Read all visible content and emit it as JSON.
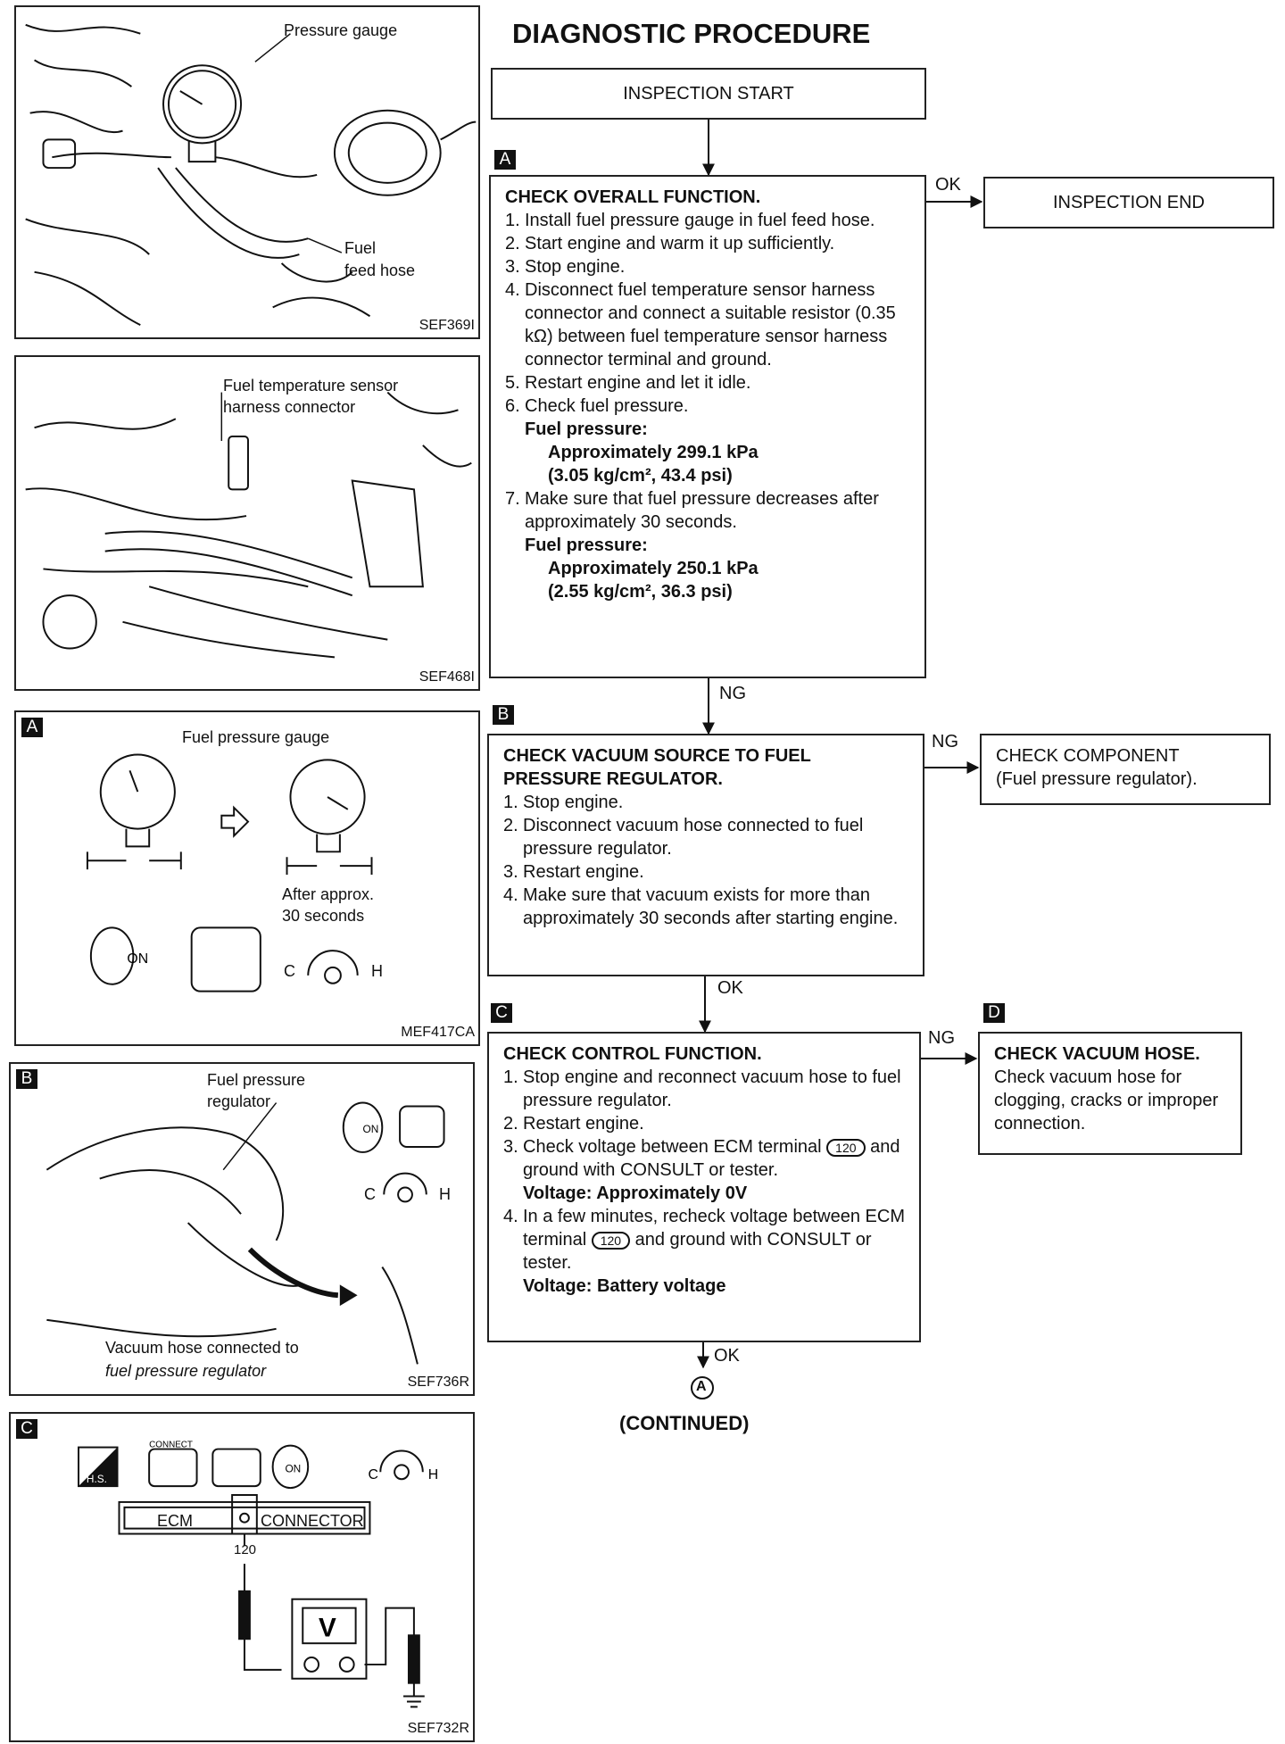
{
  "heading": "DIAGNOSTIC PROCEDURE",
  "continued": "(CONTINUED)",
  "figures": {
    "fig1": {
      "labels": [
        "Pressure gauge",
        "Fuel",
        "feed hose"
      ],
      "code": "SEF369I"
    },
    "fig2": {
      "labels": [
        "Fuel temperature sensor",
        "harness connector"
      ],
      "code": "SEF468I"
    },
    "fig3": {
      "tag": "A",
      "labels": [
        "Fuel pressure gauge",
        "After approx.",
        "30 seconds",
        "ON",
        "C",
        "H"
      ],
      "code": "MEF417CA"
    },
    "fig4": {
      "tag": "B",
      "labels": [
        "Fuel pressure",
        "regulator",
        "Vacuum hose connected to",
        "fuel pressure regulator",
        "C",
        "H",
        "ON"
      ],
      "code": "SEF736R"
    },
    "fig5": {
      "tag": "C",
      "labels": [
        "ECM",
        "CONNECTOR",
        "120",
        "V",
        "H.S.",
        "CONNECT",
        "C",
        "H",
        "ON"
      ],
      "code": "SEF732R"
    }
  },
  "flow": {
    "start": "INSPECTION START",
    "end": "INSPECTION END",
    "ok": "OK",
    "ng": "NG",
    "connector_a": "A",
    "step_a": {
      "tag": "A",
      "title": "CHECK OVERALL FUNCTION.",
      "items": [
        {
          "n": "1.",
          "text": "Install fuel pressure gauge in fuel feed hose."
        },
        {
          "n": "2.",
          "text": "Start engine and warm it up sufficiently."
        },
        {
          "n": "3.",
          "text": "Stop engine."
        },
        {
          "n": "4.",
          "text": "Disconnect fuel temperature sensor harness connector and connect a suitable resistor (0.35 kΩ) between fuel temperature sensor harness connector terminal and ground."
        },
        {
          "n": "5.",
          "text": "Restart engine and let it idle."
        },
        {
          "n": "6.",
          "text": "Check fuel pressure."
        },
        {
          "n": "7.",
          "text": "Make sure that fuel pressure decreases after approximately 30 seconds."
        }
      ],
      "spec1_label": "Fuel pressure:",
      "spec1_value": "Approximately 299.1 kPa",
      "spec1_sub": "(3.05 kg/cm², 43.4 psi)",
      "spec2_label": "Fuel pressure:",
      "spec2_value": "Approximately 250.1 kPa",
      "spec2_sub": "(2.55 kg/cm², 36.3 psi)"
    },
    "step_b": {
      "tag": "B",
      "title": "CHECK VACUUM SOURCE TO FUEL PRESSURE REGULATOR.",
      "items": [
        {
          "n": "1.",
          "text": "Stop engine."
        },
        {
          "n": "2.",
          "text": "Disconnect vacuum hose connected to fuel pressure regulator."
        },
        {
          "n": "3.",
          "text": "Restart engine."
        },
        {
          "n": "4.",
          "text": "Make sure that vacuum exists for more than approximately 30 seconds after starting engine."
        }
      ]
    },
    "component": {
      "title": "CHECK COMPONENT",
      "text": "(Fuel pressure regulator)."
    },
    "step_c": {
      "tag": "C",
      "title": "CHECK CONTROL FUNCTION.",
      "item1": {
        "n": "1.",
        "text": "Stop engine and reconnect vacuum hose to fuel pressure regulator."
      },
      "item2": {
        "n": "2.",
        "text": "Restart engine."
      },
      "item3": {
        "n": "3.",
        "pre": "Check voltage between ECM terminal",
        "term": "120",
        "post": "and ground with CONSULT or tester."
      },
      "spec1": "Voltage: Approximately 0V",
      "item4": {
        "n": "4.",
        "pre": "In a few minutes, recheck voltage between ECM terminal",
        "term": "120",
        "post": "and ground with CONSULT or tester."
      },
      "spec2": "Voltage: Battery voltage"
    },
    "step_d": {
      "tag": "D",
      "title": "CHECK VACUUM HOSE.",
      "text": "Check vacuum hose for clogging, cracks or improper connection."
    }
  }
}
